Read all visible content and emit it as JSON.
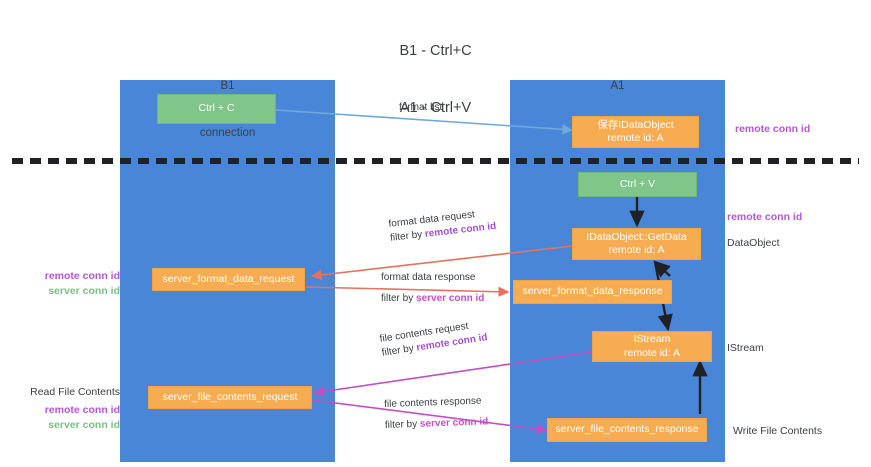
{
  "title": {
    "line1": "B1 - Ctrl+C",
    "line2": "A1 - Ctrl+V"
  },
  "columns": [
    {
      "name": "B1",
      "role": "connection"
    },
    {
      "name": "A1",
      "role": "remote"
    }
  ],
  "nodes": {
    "ctrl_c": {
      "line1": "Ctrl + C",
      "line2": ""
    },
    "idataobject": {
      "line1": "保存IDataObject",
      "line2": "remote id: A"
    },
    "ctrl_v": {
      "line1": "Ctrl + V",
      "line2": ""
    },
    "getdata": {
      "line1": "IDataObject::GetData",
      "line2": "remote id: A"
    },
    "fmt_req": {
      "line1": "server_format_data_request",
      "line2": ""
    },
    "fmt_resp": {
      "line1": "server_format_data_response",
      "line2": ""
    },
    "istream": {
      "line1": "IStream",
      "line2": "remote id: A"
    },
    "file_req": {
      "line1": "server_file_contents_request",
      "line2": ""
    },
    "file_resp": {
      "line1": "server_file_contents_response",
      "line2": ""
    }
  },
  "edge_labels": {
    "format_list": {
      "text": "format list"
    },
    "fmt_data_request": {
      "text": "format data request",
      "filter_prefix": "filter by ",
      "filter_key": "remote conn id"
    },
    "fmt_data_response": {
      "text": "format data response",
      "filter_prefix": "filter by ",
      "filter_key": "server conn id"
    },
    "file_contents_request": {
      "text": "file contents request",
      "filter_prefix": "filter by ",
      "filter_key": "remote conn id"
    },
    "file_contents_response": {
      "text": "file contents response",
      "filter_prefix": "filter by ",
      "filter_key": "server conn id"
    }
  },
  "right_annotations": [
    {
      "id": "remote-conn-id-top",
      "text": "remote conn id",
      "style": "remote"
    },
    {
      "id": "remote-conn-id-mid",
      "text": "remote conn id",
      "style": "remote"
    },
    {
      "id": "dataobject-label",
      "text": "DataObject",
      "style": "plain"
    },
    {
      "id": "istream-label",
      "text": "IStream",
      "style": "plain"
    },
    {
      "id": "write-file-contents",
      "text": "Write File Contents",
      "style": "plain"
    }
  ],
  "left_annotations": {
    "group1": {
      "remote": "remote conn id",
      "server": "server conn id"
    },
    "group2": {
      "heading": "Read File Contents",
      "remote": "remote conn id",
      "server": "server conn id"
    }
  },
  "colors": {
    "column_fill": "#4a86d8",
    "node_green": "#80c68a",
    "node_orange": "#f8ac52",
    "divider": "#202124",
    "arrow_blue": "#6fa8dc",
    "arrow_red": "#e8705f",
    "arrow_magenta": "#c04fc0",
    "arrow_dark": "#202124",
    "key_remote": "#b455d6",
    "key_server": "#7bbf86"
  }
}
